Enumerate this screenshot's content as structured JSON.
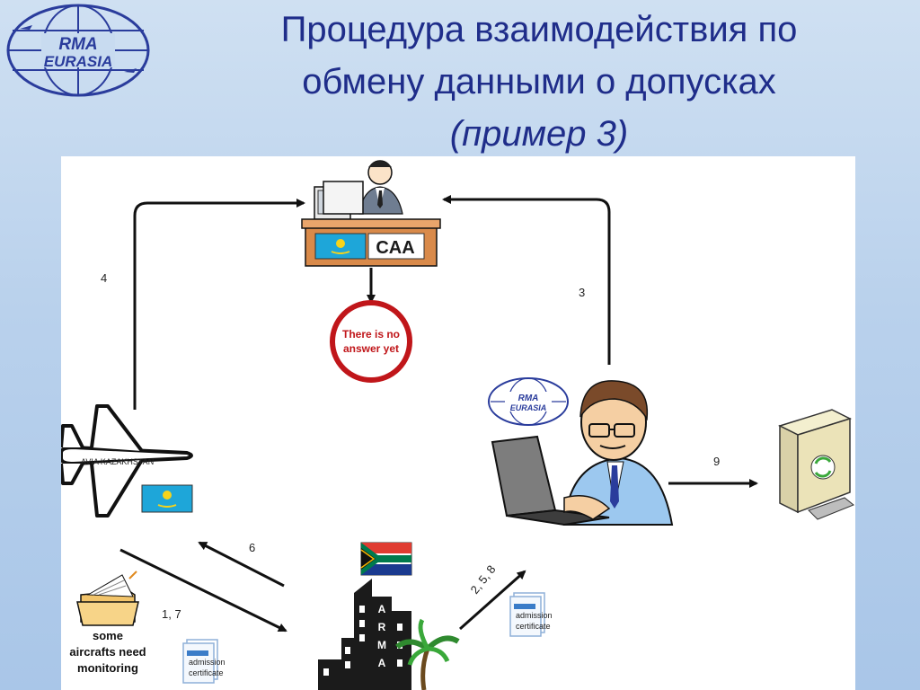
{
  "header": {
    "title_line1": "Процедура взаимодействия по",
    "title_line2": "обмену данными о допусках",
    "title_line3": "(пример 3)"
  },
  "logo": {
    "line1": "RMA",
    "line2": "EURASIA"
  },
  "diagram": {
    "caa_label": "CAA",
    "bubble_line1": "There is no",
    "bubble_line2": "answer yet",
    "plane_label": "AVIA KAZAKHSTAN",
    "badge_line1": "RMA",
    "badge_line2": "EURASIA",
    "arma_letters": [
      "A",
      "R",
      "M",
      "A"
    ],
    "note_line1": "some",
    "note_line2": "aircrafts need",
    "note_line3": "monitoring",
    "doc_label1": "admission",
    "doc_label2": "certificate",
    "arrows": {
      "a4": "4",
      "a3": "3",
      "a9": "9",
      "a6": "6",
      "a17": "1, 7",
      "a258": "2, 5, 8"
    }
  },
  "colors": {
    "title": "#1f2d8a",
    "bubble_border": "#c0161a",
    "desk": "#d98a4a",
    "kz_flag": "#1ea6d9"
  },
  "icons": [
    "logo-globe-icon",
    "caa-desk-icon",
    "airplane-icon",
    "kazakhstan-flag-icon",
    "operator-laptop-icon",
    "server-icon",
    "arma-building-icon",
    "south-africa-flag-icon",
    "folder-icon",
    "document-icon",
    "palm-tree-icon"
  ]
}
